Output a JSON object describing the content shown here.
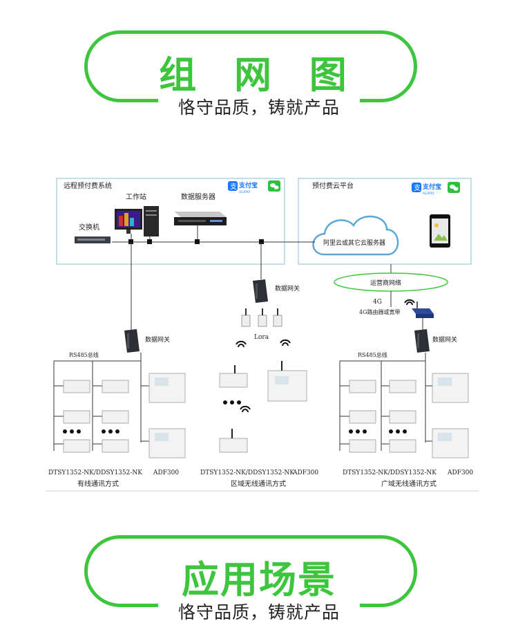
{
  "banner_top": {
    "title": "组 网 图",
    "subtitle": "恪守品质，铸就产品"
  },
  "banner_bottom": {
    "title": "应用场景",
    "subtitle": "恪守品质，铸就产品"
  },
  "diagram": {
    "left_panel": {
      "title": "远程预付费系统",
      "switch_label": "交换机",
      "workstation_label": "工作站",
      "server_label": "数据服务器",
      "alipay_text": "支付宝",
      "alipay_sub": "ALIPAY"
    },
    "right_panel": {
      "title": "预付费云平台",
      "cloud_label": "阿里云或其它云服务器",
      "alipay_text": "支付宝",
      "alipay_sub": "ALIPAY"
    },
    "operator_network": "运营商网络",
    "router_4g": "4G",
    "router_label": "4G路由器或宽带",
    "gateway_label": "数据网关",
    "lora_label": "Lora",
    "rs485_label": "RS485总线",
    "meter_model": "DTSY1352-NK/DDSY1352-NK",
    "adf_model": "ADF300",
    "wired_caption": "有线通讯方式",
    "regional_caption": "区域无线通讯方式",
    "wide_caption": "广域无线通讯方式"
  },
  "colors": {
    "accent_green": "#3dc63d",
    "panel_border": "#9fc8de",
    "alipay_blue": "#1677ff",
    "wechat_green": "#2bc13b"
  }
}
